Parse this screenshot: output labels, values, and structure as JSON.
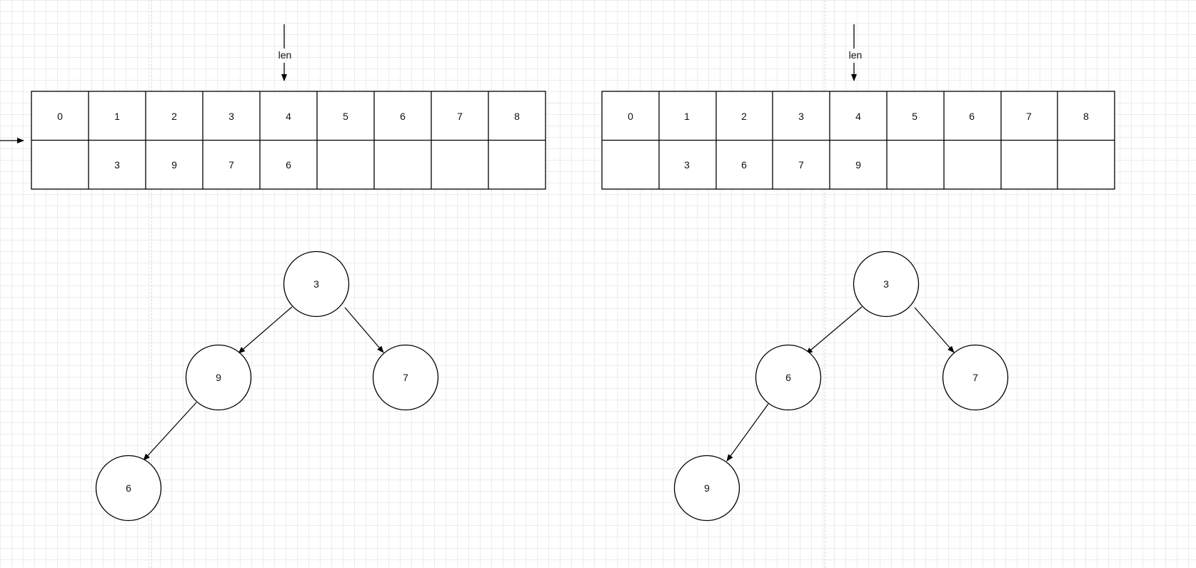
{
  "diagrams": [
    {
      "pointer_label": "len",
      "indices": [
        "0",
        "1",
        "2",
        "3",
        "4",
        "5",
        "6",
        "7",
        "8"
      ],
      "values": [
        "",
        "3",
        "9",
        "7",
        "6",
        "",
        "",
        "",
        ""
      ],
      "tree": {
        "root": "3",
        "left": "9",
        "right": "7",
        "left_left": "6"
      }
    },
    {
      "pointer_label": "len",
      "indices": [
        "0",
        "1",
        "2",
        "3",
        "4",
        "5",
        "6",
        "7",
        "8"
      ],
      "values": [
        "",
        "3",
        "6",
        "7",
        "9",
        "",
        "",
        "",
        ""
      ],
      "tree": {
        "root": "3",
        "left": "6",
        "right": "7",
        "left_left": "9"
      }
    }
  ]
}
